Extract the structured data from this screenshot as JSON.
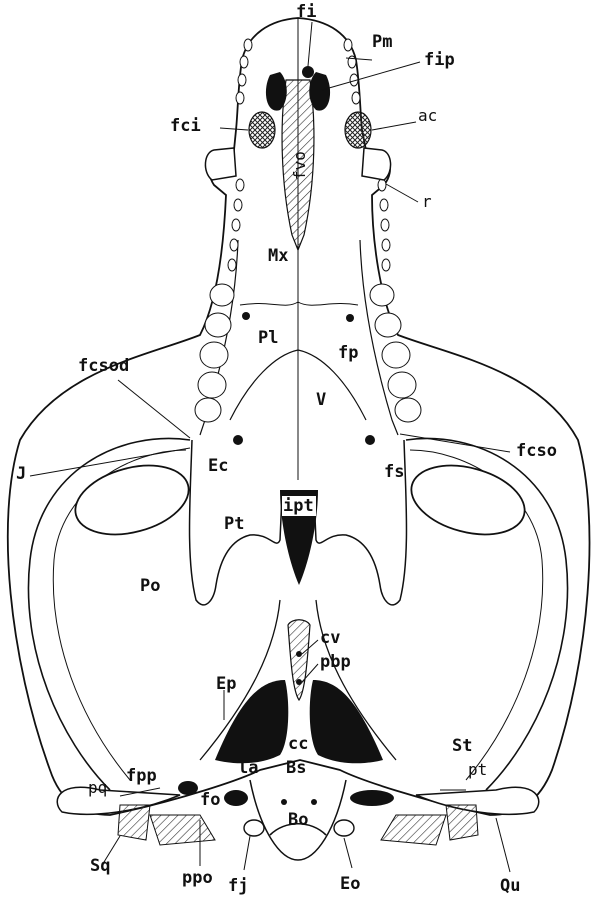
{
  "figure": {
    "labels": {
      "fi": "fi",
      "Pm": "Pm",
      "fip": "fip",
      "fci": "fci",
      "ac": "ac",
      "fvo": "fvo",
      "r": "r",
      "Mx": "Mx",
      "Pl": "Pl",
      "fp": "fp",
      "fcsod": "fcsod",
      "V": "V",
      "J": "J",
      "Ec": "Ec",
      "fs": "fs",
      "fcso": "fcso",
      "ipt": "ipt",
      "Pt": "Pt",
      "Po": "Po",
      "cv": "cv",
      "Ep": "Ep",
      "pbp": "pbp",
      "cc": "cc",
      "St": "St",
      "pq": "pq",
      "fpp": "fpp",
      "la": "la",
      "Bs": "Bs",
      "pt": "pt",
      "fo": "fo",
      "Bo": "Bo",
      "Sq": "Sq",
      "ppo": "ppo",
      "fj": "fj",
      "Eo": "Eo",
      "Qu": "Qu"
    }
  }
}
